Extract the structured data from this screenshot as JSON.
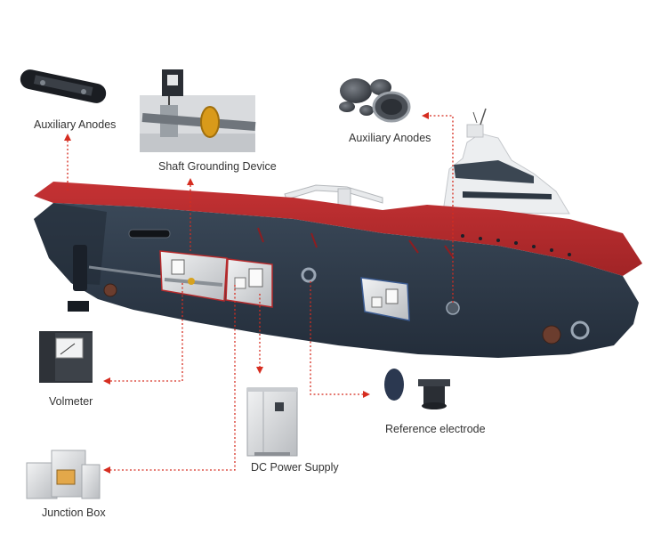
{
  "colors": {
    "hull_dark": "#2f3c4c",
    "hull_red": "#b52a2c",
    "superstructure": "#e9eaec",
    "leader": "#d62d20",
    "label_text": "#333333"
  },
  "components": [
    {
      "id": "aux-anodes-left",
      "label": "Auxiliary Anodes",
      "icon": "bar-anode-icon"
    },
    {
      "id": "shaft-grounding",
      "label": "Shaft Grounding Device",
      "icon": "shaft-grounding-icon"
    },
    {
      "id": "aux-anodes-right",
      "label": "Auxiliary Anodes",
      "icon": "disc-anodes-icon"
    },
    {
      "id": "voltmeter",
      "label": "Volmeter",
      "icon": "voltmeter-icon"
    },
    {
      "id": "dc-power-supply",
      "label": "DC Power Supply",
      "icon": "cabinet-icon"
    },
    {
      "id": "reference-electrode",
      "label": "Reference electrode",
      "icon": "electrode-icon"
    },
    {
      "id": "junction-box",
      "label": "Junction Box",
      "icon": "junction-box-icon"
    }
  ]
}
